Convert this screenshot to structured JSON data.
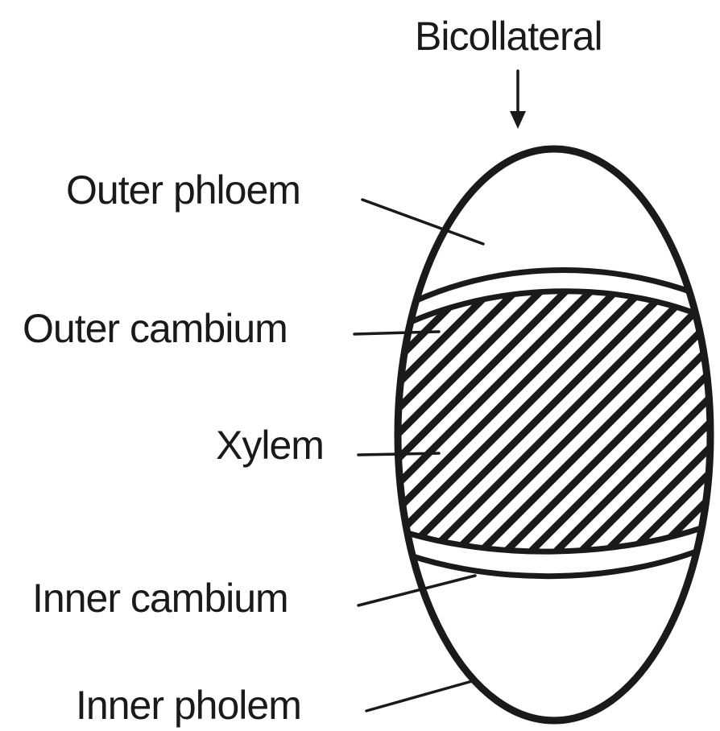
{
  "diagram": {
    "title": "Bicollateral",
    "labels": {
      "outer_phloem": "Outer phloem",
      "outer_cambium": "Outer cambium",
      "xylem": "Xylem",
      "inner_cambium": "Inner cambium",
      "inner_phloem": "Inner pholem"
    },
    "colors": {
      "ink": "#1a1a1a",
      "background": "#ffffff"
    }
  }
}
